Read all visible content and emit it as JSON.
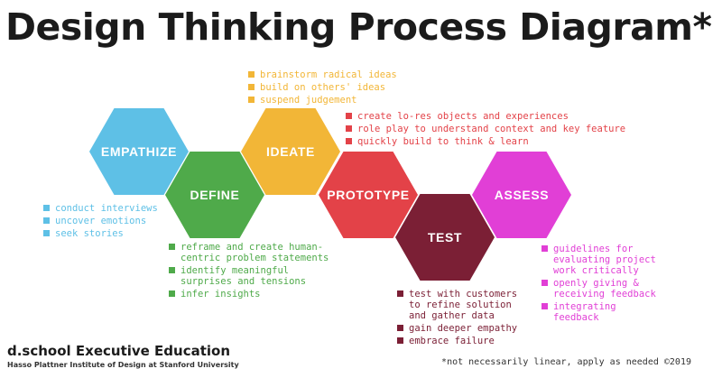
{
  "title": "Design Thinking Process Diagram*",
  "colors": {
    "empathize": "#5ec0e6",
    "define": "#4faa4a",
    "ideate": "#f2b637",
    "prototype": "#e34248",
    "test": "#7b1f35",
    "assess": "#e13fd6"
  },
  "stages": [
    {
      "key": "empathize",
      "label": "EMPATHIZE",
      "items": [
        "conduct interviews",
        "uncover emotions",
        "seek stories"
      ]
    },
    {
      "key": "define",
      "label": "DEFINE",
      "items": [
        "reframe and create human-\ncentric problem statements",
        "identify meaningful\nsurprises and tensions",
        "infer insights"
      ]
    },
    {
      "key": "ideate",
      "label": "IDEATE",
      "items": [
        "brainstorm radical ideas",
        "build on others' ideas",
        "suspend judgement"
      ]
    },
    {
      "key": "prototype",
      "label": "PROTOTYPE",
      "items": [
        "create lo-res objects and experiences",
        "role play to understand context and key feature",
        "quickly build to think & learn"
      ]
    },
    {
      "key": "test",
      "label": "TEST",
      "items": [
        "test with customers\nto refine solution\nand gather data",
        "gain deeper empathy",
        "embrace failure"
      ]
    },
    {
      "key": "assess",
      "label": "ASSESS",
      "items": [
        "guidelines for\nevaluating project\nwork critically",
        "openly giving &\nreceiving feedback",
        "integrating\nfeedback"
      ]
    }
  ],
  "footer": {
    "org": "d.school Executive Education",
    "sub": "Hasso Plattner Institute of Design at Stanford University"
  },
  "footnote": "*not necessarily linear, apply as needed  ©2019"
}
